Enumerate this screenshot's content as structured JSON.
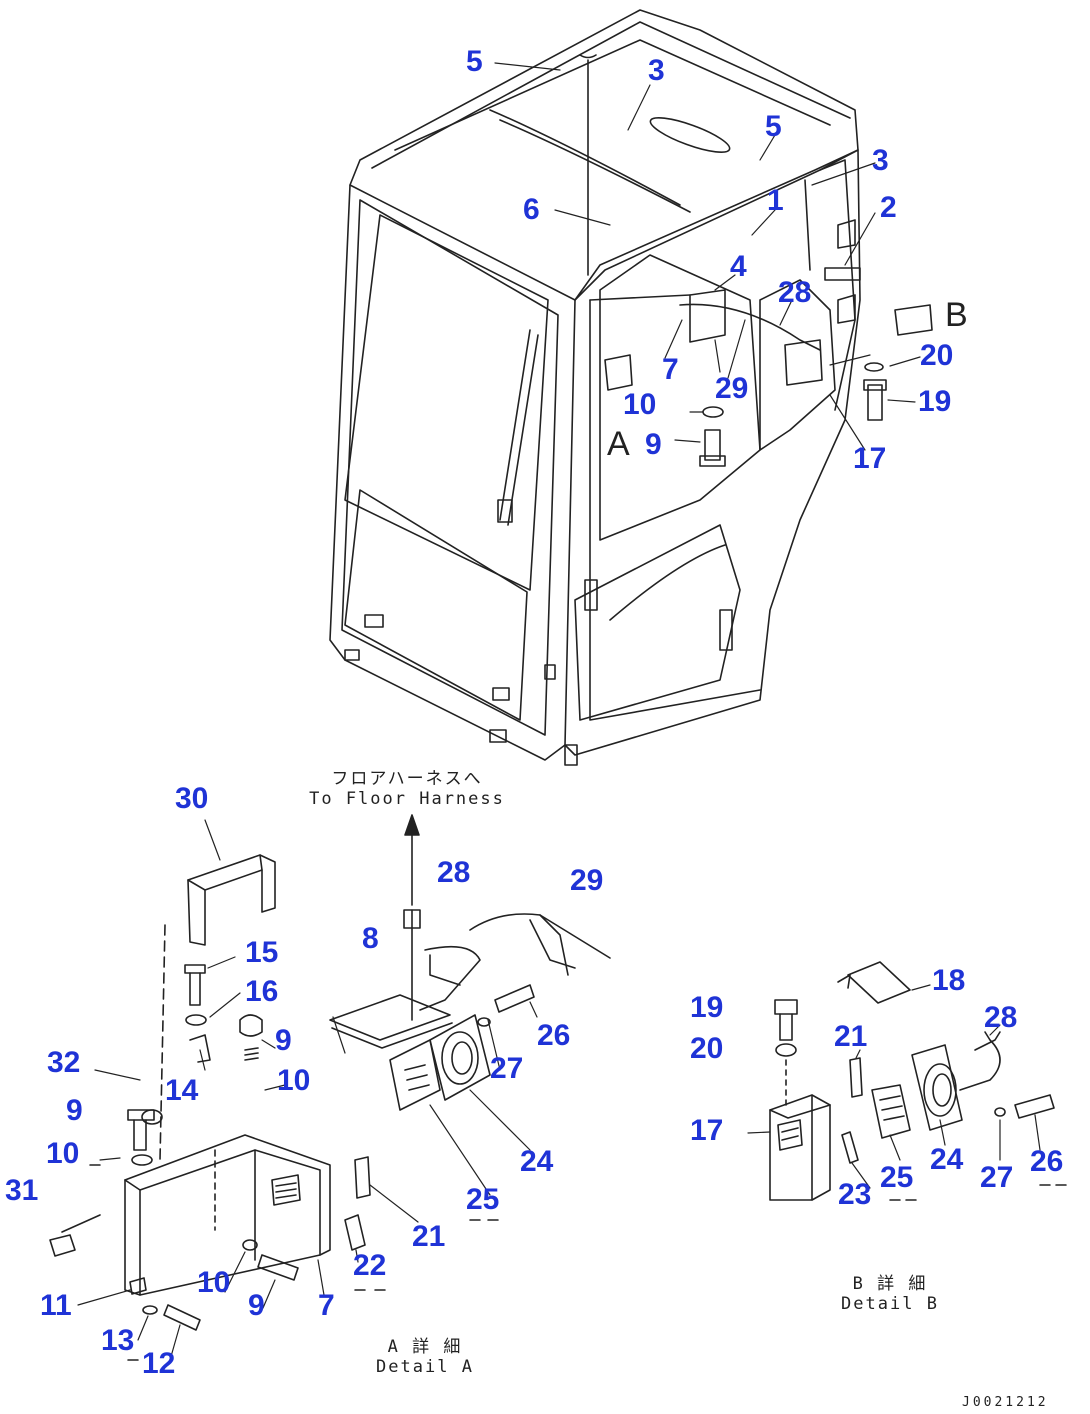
{
  "callouts": [
    {
      "id": "c5a",
      "text": "5"
    },
    {
      "id": "c3a",
      "text": "3"
    },
    {
      "id": "c5b",
      "text": "5"
    },
    {
      "id": "c3b",
      "text": "3"
    },
    {
      "id": "c6",
      "text": "6"
    },
    {
      "id": "c1",
      "text": "1"
    },
    {
      "id": "c2",
      "text": "2"
    },
    {
      "id": "c4",
      "text": "4"
    },
    {
      "id": "c28a",
      "text": "28"
    },
    {
      "id": "c7a",
      "text": "7"
    },
    {
      "id": "c29a",
      "text": "29"
    },
    {
      "id": "c20a",
      "text": "20"
    },
    {
      "id": "c19a",
      "text": "19"
    },
    {
      "id": "c10a",
      "text": "10"
    },
    {
      "id": "c9a",
      "text": "9"
    },
    {
      "id": "c17a",
      "text": "17"
    },
    {
      "id": "c30",
      "text": "30"
    },
    {
      "id": "c28b",
      "text": "28"
    },
    {
      "id": "c29b",
      "text": "29"
    },
    {
      "id": "c8",
      "text": "8"
    },
    {
      "id": "c15",
      "text": "15"
    },
    {
      "id": "c16",
      "text": "16"
    },
    {
      "id": "c9b",
      "text": "9"
    },
    {
      "id": "c10b",
      "text": "10"
    },
    {
      "id": "c26a",
      "text": "26"
    },
    {
      "id": "c27a",
      "text": "27"
    },
    {
      "id": "c32",
      "text": "32"
    },
    {
      "id": "c14",
      "text": "14"
    },
    {
      "id": "c9c",
      "text": "9"
    },
    {
      "id": "c10c",
      "text": "10"
    },
    {
      "id": "c24a",
      "text": "24"
    },
    {
      "id": "c31",
      "text": "31"
    },
    {
      "id": "c25a",
      "text": "25"
    },
    {
      "id": "c21a",
      "text": "21"
    },
    {
      "id": "c22",
      "text": "22"
    },
    {
      "id": "c10d",
      "text": "10"
    },
    {
      "id": "c9d",
      "text": "9"
    },
    {
      "id": "c7b",
      "text": "7"
    },
    {
      "id": "c11",
      "text": "11"
    },
    {
      "id": "c13",
      "text": "13"
    },
    {
      "id": "c12",
      "text": "12"
    },
    {
      "id": "c19b",
      "text": "19"
    },
    {
      "id": "c18",
      "text": "18"
    },
    {
      "id": "c28c",
      "text": "28"
    },
    {
      "id": "c20b",
      "text": "20"
    },
    {
      "id": "c21b",
      "text": "21"
    },
    {
      "id": "c17b",
      "text": "17"
    },
    {
      "id": "c24b",
      "text": "24"
    },
    {
      "id": "c25b",
      "text": "25"
    },
    {
      "id": "c23",
      "text": "23"
    },
    {
      "id": "c27b",
      "text": "27"
    },
    {
      "id": "c26b",
      "text": "26"
    }
  ],
  "view_letters": {
    "a": "A",
    "b": "B"
  },
  "captions": {
    "harness_jp": "フロアハーネスへ",
    "harness_en": "To Floor Harness",
    "detail_a_jp": "A 詳 細",
    "detail_a_en": "Detail A",
    "detail_b_jp": "B 詳 細",
    "detail_b_en": "Detail B"
  },
  "drawing_number": "J0021212",
  "colors": {
    "callout": "#1f33d6",
    "line": "#222222"
  }
}
